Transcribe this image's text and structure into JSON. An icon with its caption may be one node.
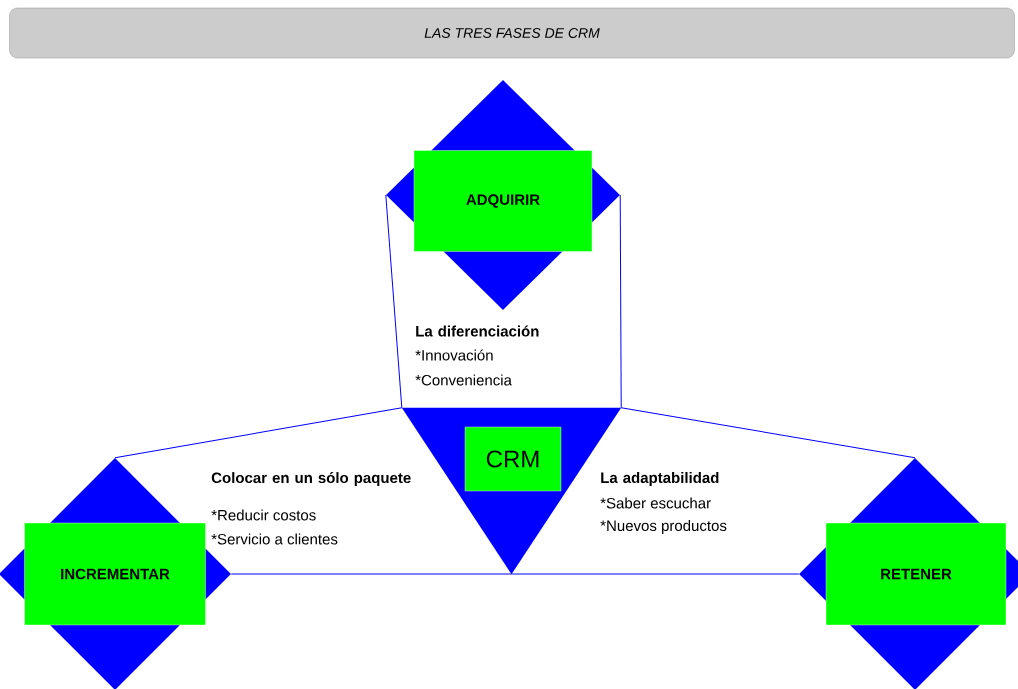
{
  "diagram": {
    "title": "LAS TRES FASES DE CRM",
    "nodes": [
      {
        "text": [
          "ADQUIRIR"
        ]
      },
      {
        "text": [
          "CRM"
        ]
      },
      {
        "text": [
          "INCREMENTAR"
        ]
      },
      {
        "text": [
          "RETENER"
        ]
      }
    ],
    "edges": [
      {
        "from": 0,
        "to": 1,
        "arrow": "none"
      },
      {
        "from": 0,
        "to": 1,
        "arrow": "none"
      },
      {
        "from": 1,
        "to": 2,
        "arrow": "none"
      },
      {
        "from": 1,
        "to": 3,
        "arrow": "none"
      },
      {
        "from": 2,
        "to": 3,
        "arrow": "none"
      }
    ],
    "labels": [
      "La diferenciación",
      "*Innovación",
      "*Conveniencia",
      "Colocar en un sólo paquete",
      "*Reducir costos",
      "*Servicio a clientes",
      "La adaptabilidad",
      "*Saber escuchar",
      "*Nuevos productos"
    ]
  }
}
